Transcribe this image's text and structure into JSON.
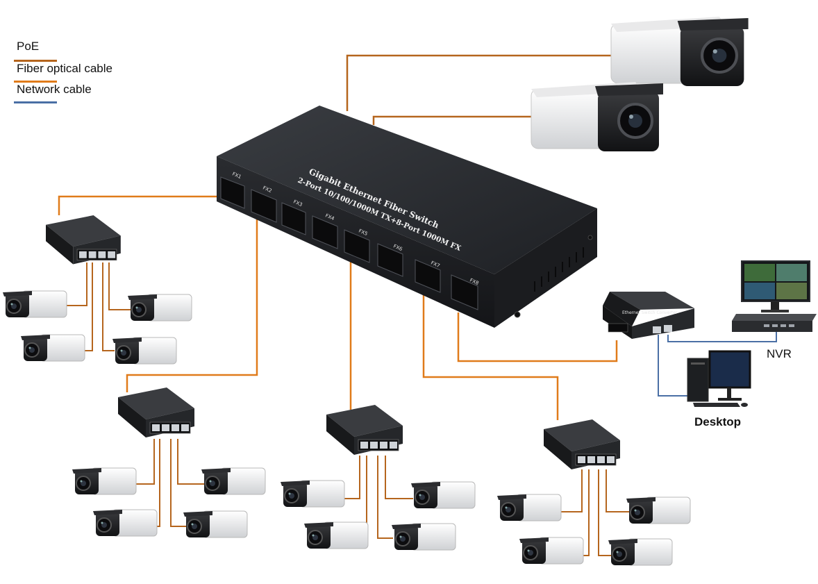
{
  "legend": {
    "items": [
      {
        "label": "PoE",
        "color": "#b5651d"
      },
      {
        "label": "Fiber optical cable",
        "color": "#e07b1a"
      },
      {
        "label": "Network cable",
        "color": "#4a6fa5"
      }
    ]
  },
  "main_switch": {
    "title": "Gigabit Ethernet Fiber Switch",
    "subtitle": "2-Port 10/100/1000M TX+8-Port 1000M FX",
    "ports": [
      "FX1",
      "FX2",
      "FX3",
      "FX4",
      "FX5",
      "FX6",
      "FX7",
      "FX8"
    ]
  },
  "converter": {
    "title": "Ethernet Switch Converter"
  },
  "labels": {
    "nvr": "NVR",
    "desktop": "Desktop"
  },
  "colors": {
    "fiber": "#e07b1a",
    "poe": "#b5651d",
    "network": "#4a6fa5",
    "device_dark": "#222428",
    "camera_body": "#f2f2f2"
  }
}
